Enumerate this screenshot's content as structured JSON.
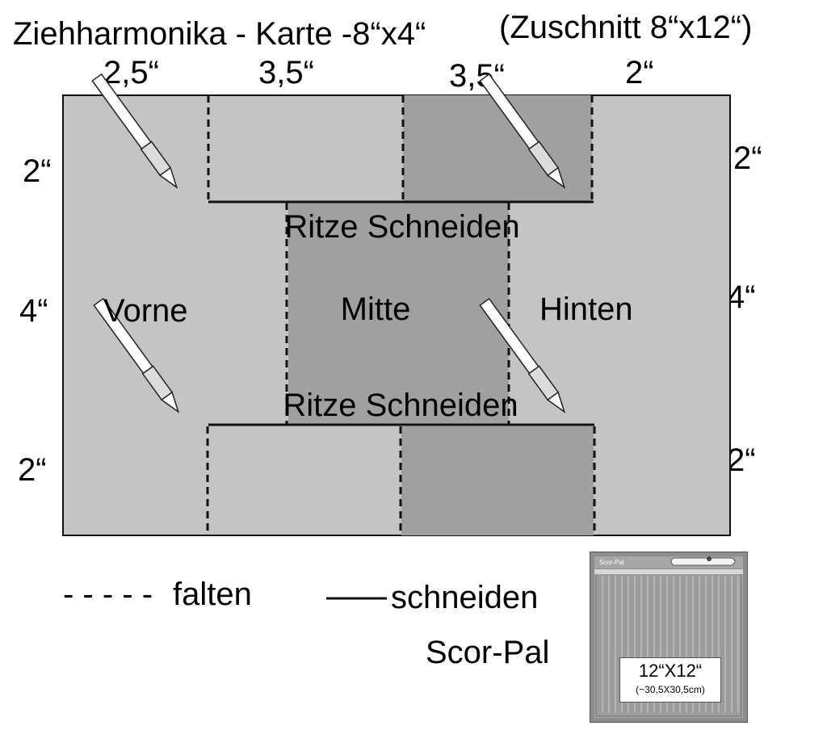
{
  "title": "Ziehharmonika - Karte -8“x4“",
  "cut_size": "(Zuschnitt 8“x12“)",
  "dims_top": [
    "2,5“",
    "3,5“",
    "3,5“",
    "2“"
  ],
  "dims_left": [
    "2“",
    "4“",
    "2“"
  ],
  "dims_right": [
    "2“",
    "4“",
    "2“"
  ],
  "labels": {
    "cut_top": "Ritze Schneiden",
    "cut_bottom": "Ritze Schneiden",
    "front": "Vorne",
    "middle": "Mitte",
    "back": "Hinten"
  },
  "legend": {
    "fold_dashes": "- - - - -",
    "fold": "falten",
    "cut": "schneiden",
    "tool": "Scor-Pal"
  },
  "scorpal": {
    "size": "12“X12“",
    "size_cm": "(~30,5X30,5cm)",
    "brand": "Scor-Pal"
  },
  "colors": {
    "paper_light": "#c4c4c4",
    "paper_dark": "#a0a0a0",
    "line": "#111111"
  }
}
